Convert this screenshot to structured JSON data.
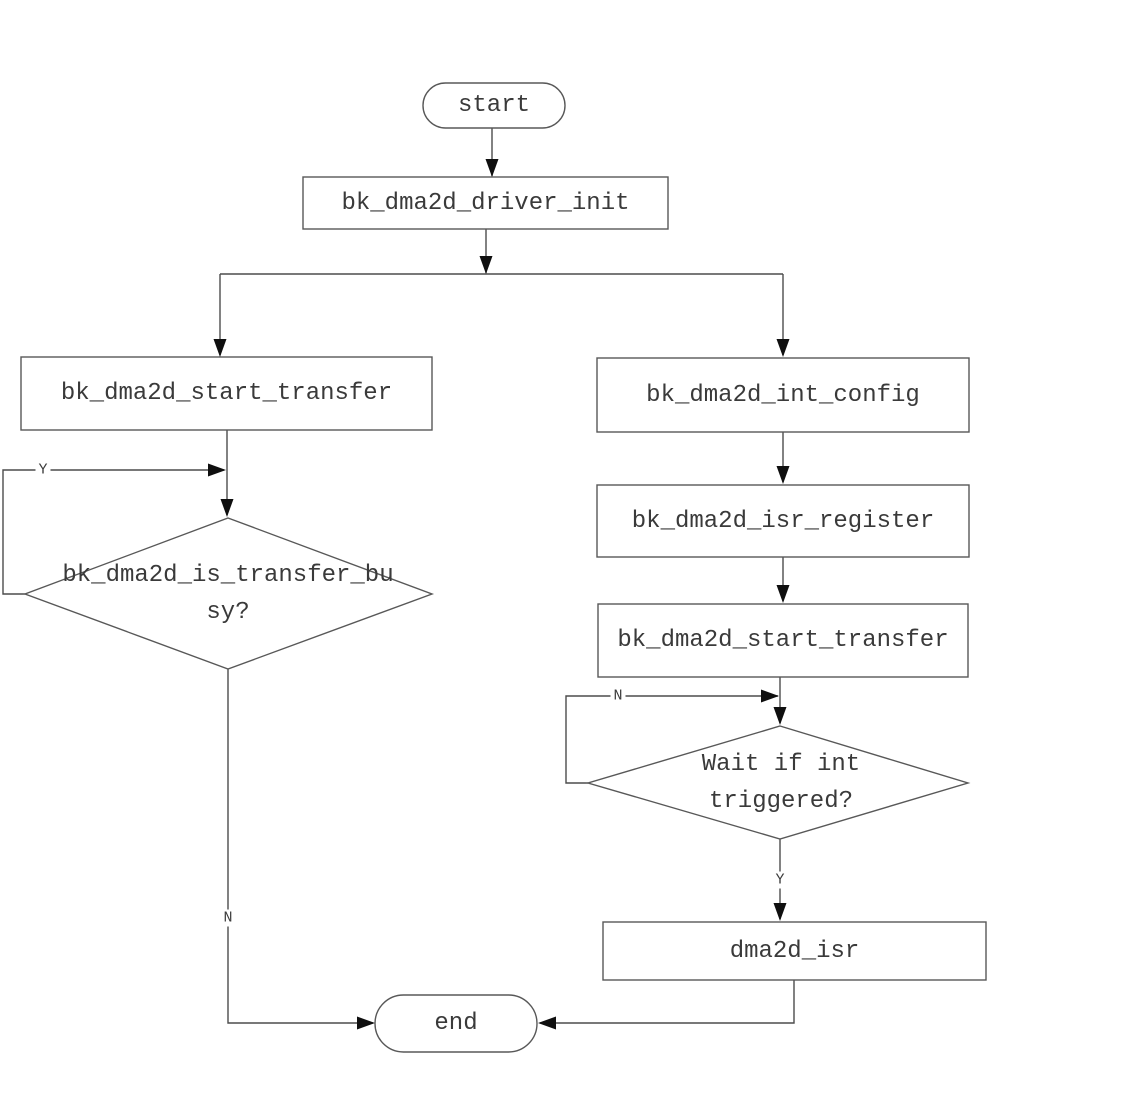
{
  "diagram": {
    "background": "#ffffff",
    "colors": {
      "line": "#4c4c4c",
      "shape_border": "#585858",
      "text": "#3a3a3a",
      "arrowhead": "#0f0f0f"
    },
    "nodes": {
      "start": {
        "type": "terminator",
        "label": "start"
      },
      "driver_init": {
        "type": "process",
        "label": "bk_dma2d_driver_init"
      },
      "start_transfer_left": {
        "type": "process",
        "label": "bk_dma2d_start_transfer"
      },
      "is_transfer_busy": {
        "type": "decision",
        "label": "bk_dma2d_is_transfer_busy?"
      },
      "int_config": {
        "type": "process",
        "label": "bk_dma2d_int_config"
      },
      "isr_register": {
        "type": "process",
        "label": "bk_dma2d_isr_register"
      },
      "start_transfer_right": {
        "type": "process",
        "label": "bk_dma2d_start_transfer"
      },
      "wait_int_triggered": {
        "type": "decision",
        "label": "Wait if int triggered?"
      },
      "dma2d_isr": {
        "type": "process",
        "label": "dma2d_isr"
      },
      "end": {
        "type": "terminator",
        "label": "end"
      }
    },
    "edge_labels": {
      "busy_yes": "Y",
      "busy_no": "N",
      "wait_no": "N",
      "wait_yes": "Y"
    }
  }
}
